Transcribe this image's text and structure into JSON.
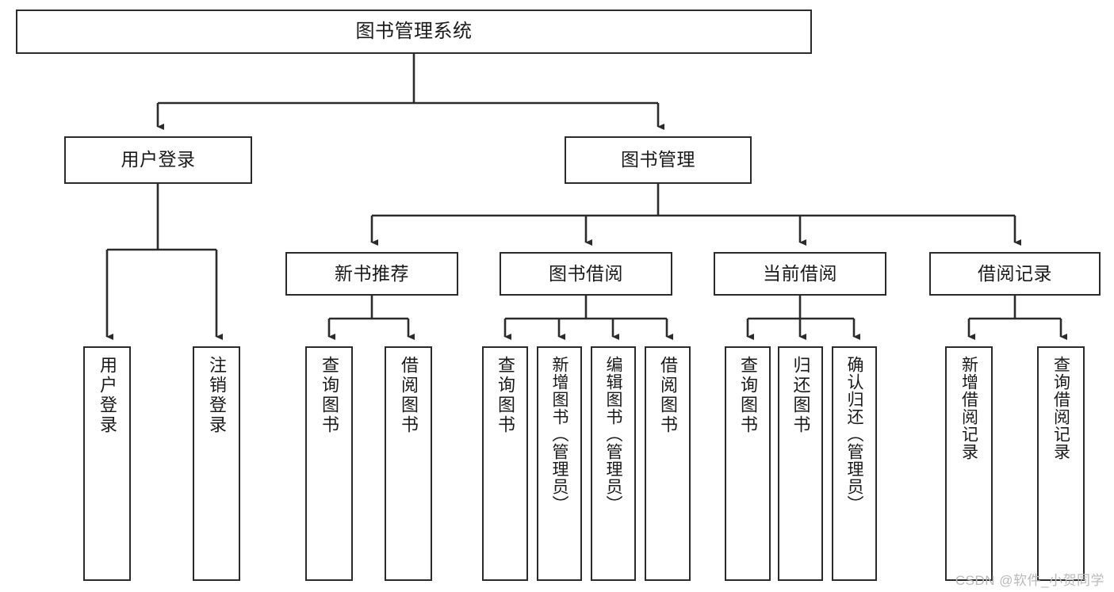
{
  "diagram": {
    "type": "hierarchy-tree",
    "title": "图书管理系统",
    "watermark": "CSDN @软件_小贺同学",
    "colors": {
      "box_border": "#2b2b2b",
      "box_fill": "#ffffff",
      "connector": "#2b2b2b",
      "text": "#1a1a1a",
      "watermark": "#b9b9b9",
      "background": "#ffffff"
    },
    "nodes": {
      "root": {
        "label": "图书管理系统"
      },
      "level2": [
        {
          "label": "用户登录"
        },
        {
          "label": "图书管理"
        }
      ],
      "level3": [
        {
          "label": "新书推荐"
        },
        {
          "label": "图书借阅"
        },
        {
          "label": "当前借阅"
        },
        {
          "label": "借阅记录"
        }
      ],
      "leaves": {
        "user_login": [
          {
            "label": "用户登录"
          },
          {
            "label": "注销登录"
          }
        ],
        "new_book": [
          {
            "label": "查询图书"
          },
          {
            "label": "借阅图书"
          }
        ],
        "book_borrow": [
          {
            "label": "查询图书"
          },
          {
            "label": "新增图书（管理员）"
          },
          {
            "label": "编辑图书（管理员）"
          },
          {
            "label": "借阅图书"
          }
        ],
        "current_borrow": [
          {
            "label": "查询图书"
          },
          {
            "label": "归还图书"
          },
          {
            "label": "确认归还（管理员）"
          }
        ],
        "borrow_record": [
          {
            "label": "新增借阅记录"
          },
          {
            "label": "查询借阅记录"
          }
        ]
      }
    }
  }
}
